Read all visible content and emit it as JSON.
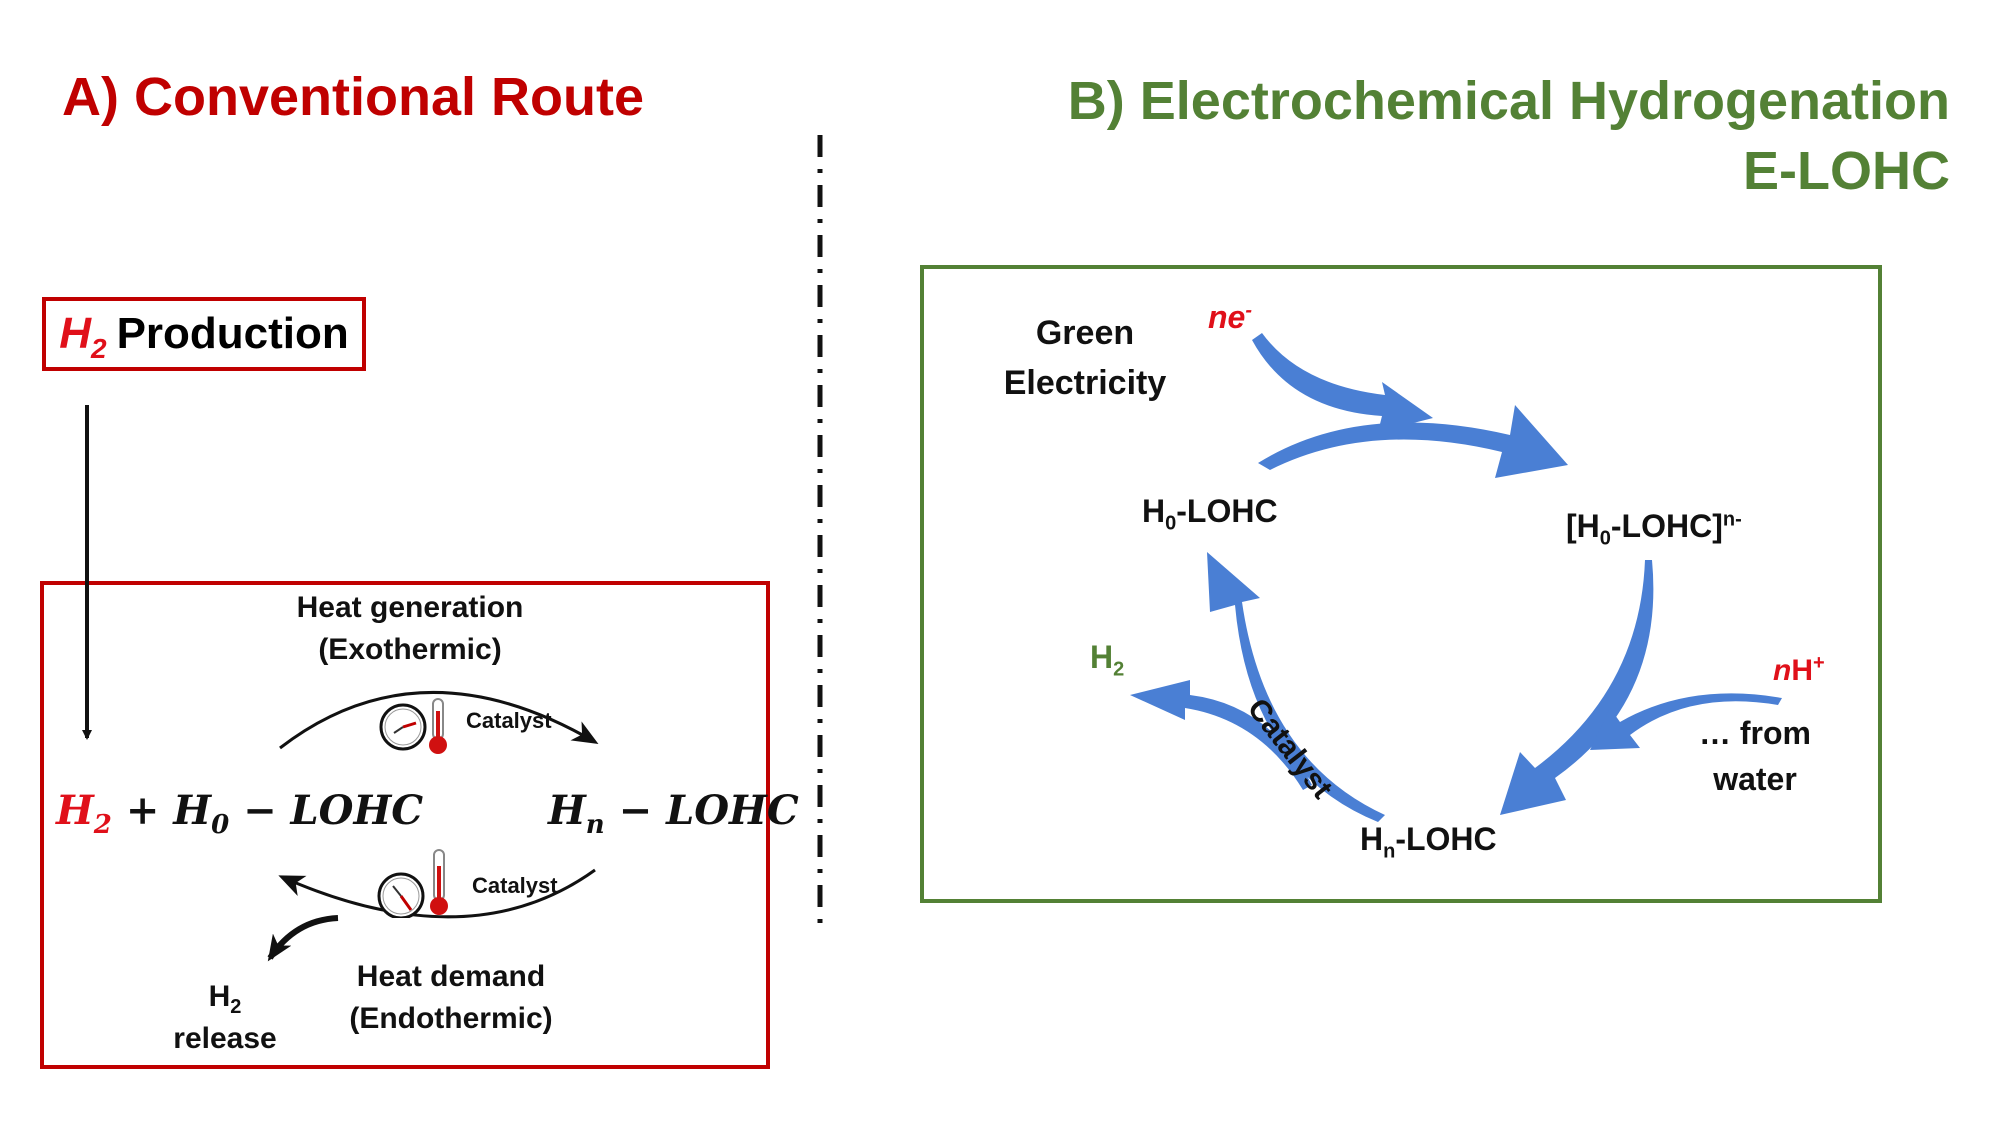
{
  "panel_a": {
    "title": "A) Conventional Route",
    "production": {
      "h2": "H",
      "h2_sub": "2",
      "label": "Production"
    },
    "heat_generation": "Heat generation",
    "exothermic": "(Exothermic)",
    "catalyst_top": "Catalyst",
    "catalyst_bottom": "Catalyst",
    "equation_left": {
      "h2": "H",
      "h2_sub": "2",
      "rest": " + H",
      "h0_sub": "0",
      "tail": " − LOHC"
    },
    "equation_right": {
      "hn": "H",
      "hn_sub": "n",
      "tail": " − LOHC"
    },
    "heat_demand": "Heat demand",
    "endothermic": "(Endothermic)",
    "h2_release": {
      "h": "H",
      "sub": "2",
      "label": "release"
    }
  },
  "panel_b": {
    "title_line1": "B) Electrochemical Hydrogenation",
    "title_line2": "E-LOHC",
    "green_electricity_1": "Green",
    "green_electricity_2": "Electricity",
    "ne": {
      "n": "ne",
      "sup": "-"
    },
    "h0_lohc": {
      "h": "H",
      "sub": "0",
      "tail": "-LOHC"
    },
    "h0_lohc_anion": {
      "open": "[H",
      "sub": "0",
      "tail": "-LOHC]",
      "sup": "n-"
    },
    "h2": {
      "h": "H",
      "sub": "2"
    },
    "catalyst": "Catalyst",
    "nh_plus": {
      "n": "n",
      "h": "H",
      "sup": "+"
    },
    "from_water_1": "… from",
    "from_water_2": "water",
    "hn_lohc": {
      "h": "H",
      "sub": "n",
      "tail": "-LOHC"
    }
  },
  "colors": {
    "red_accent": "#c00000",
    "bright_red": "#e0101a",
    "green_accent": "#538135",
    "arrow_blue": "#4a7fd4"
  }
}
